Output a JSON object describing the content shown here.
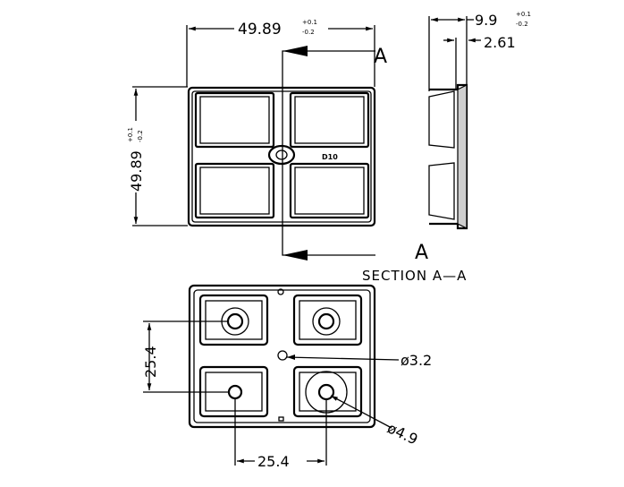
{
  "drawing": {
    "top_view": {
      "width_dim": "49.89",
      "width_tol_plus": "+0.1",
      "width_tol_minus": "-0.2",
      "height_dim": "49.89",
      "height_tol_plus": "+0.1",
      "height_tol_minus": "-0.2",
      "part_marking": "D10"
    },
    "section": {
      "marker": "A",
      "label": "SECTION  A—A",
      "thickness_dim": "9.9",
      "thickness_tol_plus": "+0.1",
      "thickness_tol_minus": "-0.2",
      "flange_dim": "2.61"
    },
    "bottom_view": {
      "pitch_v": "25.4",
      "pitch_h": "25.4",
      "center_hole": "ø3.2",
      "lens_hole": "ø4.9"
    }
  }
}
